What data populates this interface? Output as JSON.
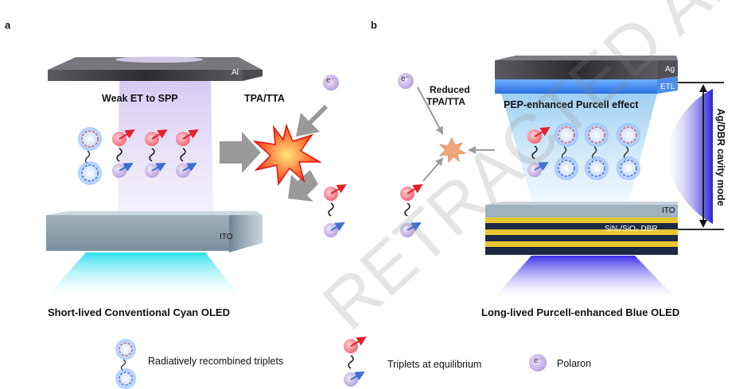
{
  "panels": {
    "a": {
      "letter": "a",
      "electrode_label": "Al",
      "anode_label": "ITO",
      "process_label": "Weak ET to SPP",
      "caption": "Short-lived Conventional Cyan OLED",
      "emission_color": "#3fe6f2"
    },
    "middle": {
      "process_label": "TPA/TTA",
      "polaron_symbol": "e⁻"
    },
    "b": {
      "letter": "b",
      "process_label_line1": "Reduced",
      "process_label_line2": "TPA/TTA",
      "polaron_symbol": "e⁻",
      "electrode_label": "Ag",
      "etl_label": "ETL",
      "cavity_process_label": "PEP-enhanced Purcell effect",
      "anode_label": "ITO",
      "dbr_label": "SiNₓ/SiO₂ DBR",
      "cavity_mode_label": "Ag/DBR cavity mode",
      "caption": "Long-lived Purcell-enhanced Blue OLED",
      "emission_color": "#5a3cf0"
    }
  },
  "legend": {
    "radiative_label": "Radiatively recombined triplets",
    "equilibrium_label": "Triplets at equilibrium",
    "polaron_label": "Polaron",
    "polaron_symbol": "e⁻"
  },
  "watermark_text": "RETRACTED ARTICLE",
  "colors": {
    "electrode_dark": "#3a3a3e",
    "ito_slab": "#8fa3b1",
    "dbr_gold": "#e8c830",
    "dbr_navy": "#1c2a44",
    "arrow_gray": "#9a9a9a",
    "spin_up": "#e0202a",
    "spin_down": "#3d6fd0",
    "polaron_fill": "#c8b4e6",
    "cavity_mode": "#3a2ad8"
  }
}
